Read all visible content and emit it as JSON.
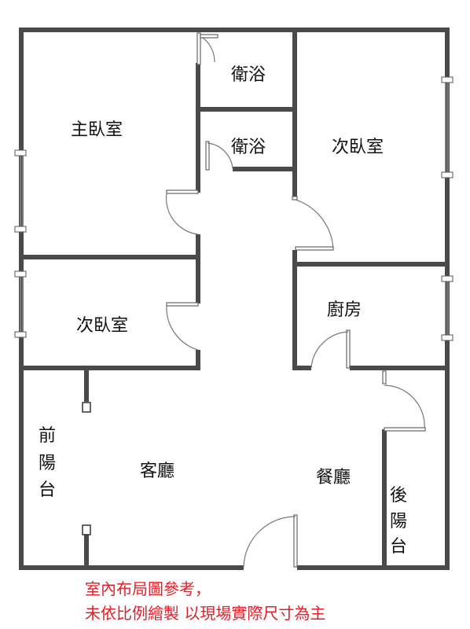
{
  "rooms": {
    "master_bedroom": "主臥室",
    "bathroom_top": "衛浴",
    "bathroom_mid": "衛浴",
    "bedroom_right": "次臥室",
    "bedroom_left": "次臥室",
    "kitchen": "廚房",
    "living_room": "客廳",
    "dining_room": "餐廳",
    "front_balcony_lines": [
      "前",
      "陽",
      "台"
    ],
    "back_balcony_lines": [
      "後",
      "陽",
      "台"
    ]
  },
  "note": {
    "line1": "室內布局圖參考，",
    "line2": "未依比例繪製 以現場實際尺寸為主"
  },
  "colors": {
    "wall": "#4a4a4a",
    "note": "#e0202a"
  }
}
